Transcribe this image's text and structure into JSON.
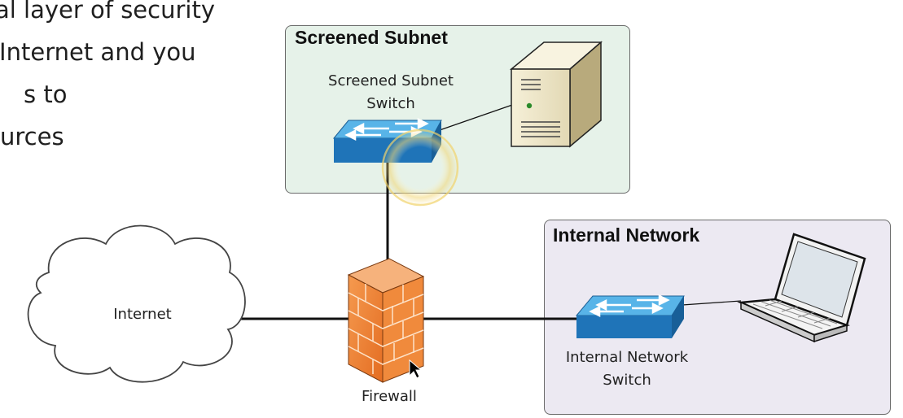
{
  "slide_text": {
    "line1": "al layer of security",
    "line2": "e Internet and you",
    "line3": "s to",
    "line4": "urces"
  },
  "zones": {
    "screened_subnet": {
      "title": "Screened Subnet",
      "fill": "#e6f2e9"
    },
    "internal_network": {
      "title": "Internal Network",
      "fill": "#ece9f2"
    }
  },
  "nodes": {
    "screened_switch": {
      "label_line1": "Screened Subnet",
      "label_line2": "Switch",
      "icon": "network-switch-icon"
    },
    "server": {
      "icon": "server-tower-icon"
    },
    "internet": {
      "label": "Internet",
      "icon": "cloud-icon"
    },
    "firewall": {
      "label": "Firewall",
      "icon": "brick-wall-icon",
      "color": "#e8782b"
    },
    "internal_switch": {
      "label_line1": "Internal Network",
      "label_line2": "Switch",
      "icon": "network-switch-icon"
    },
    "laptop": {
      "icon": "laptop-icon"
    }
  },
  "colors": {
    "switch_top": "#3aa0dc",
    "switch_side": "#1f6fb2",
    "line": "#111111",
    "highlight": "#f2d675"
  }
}
